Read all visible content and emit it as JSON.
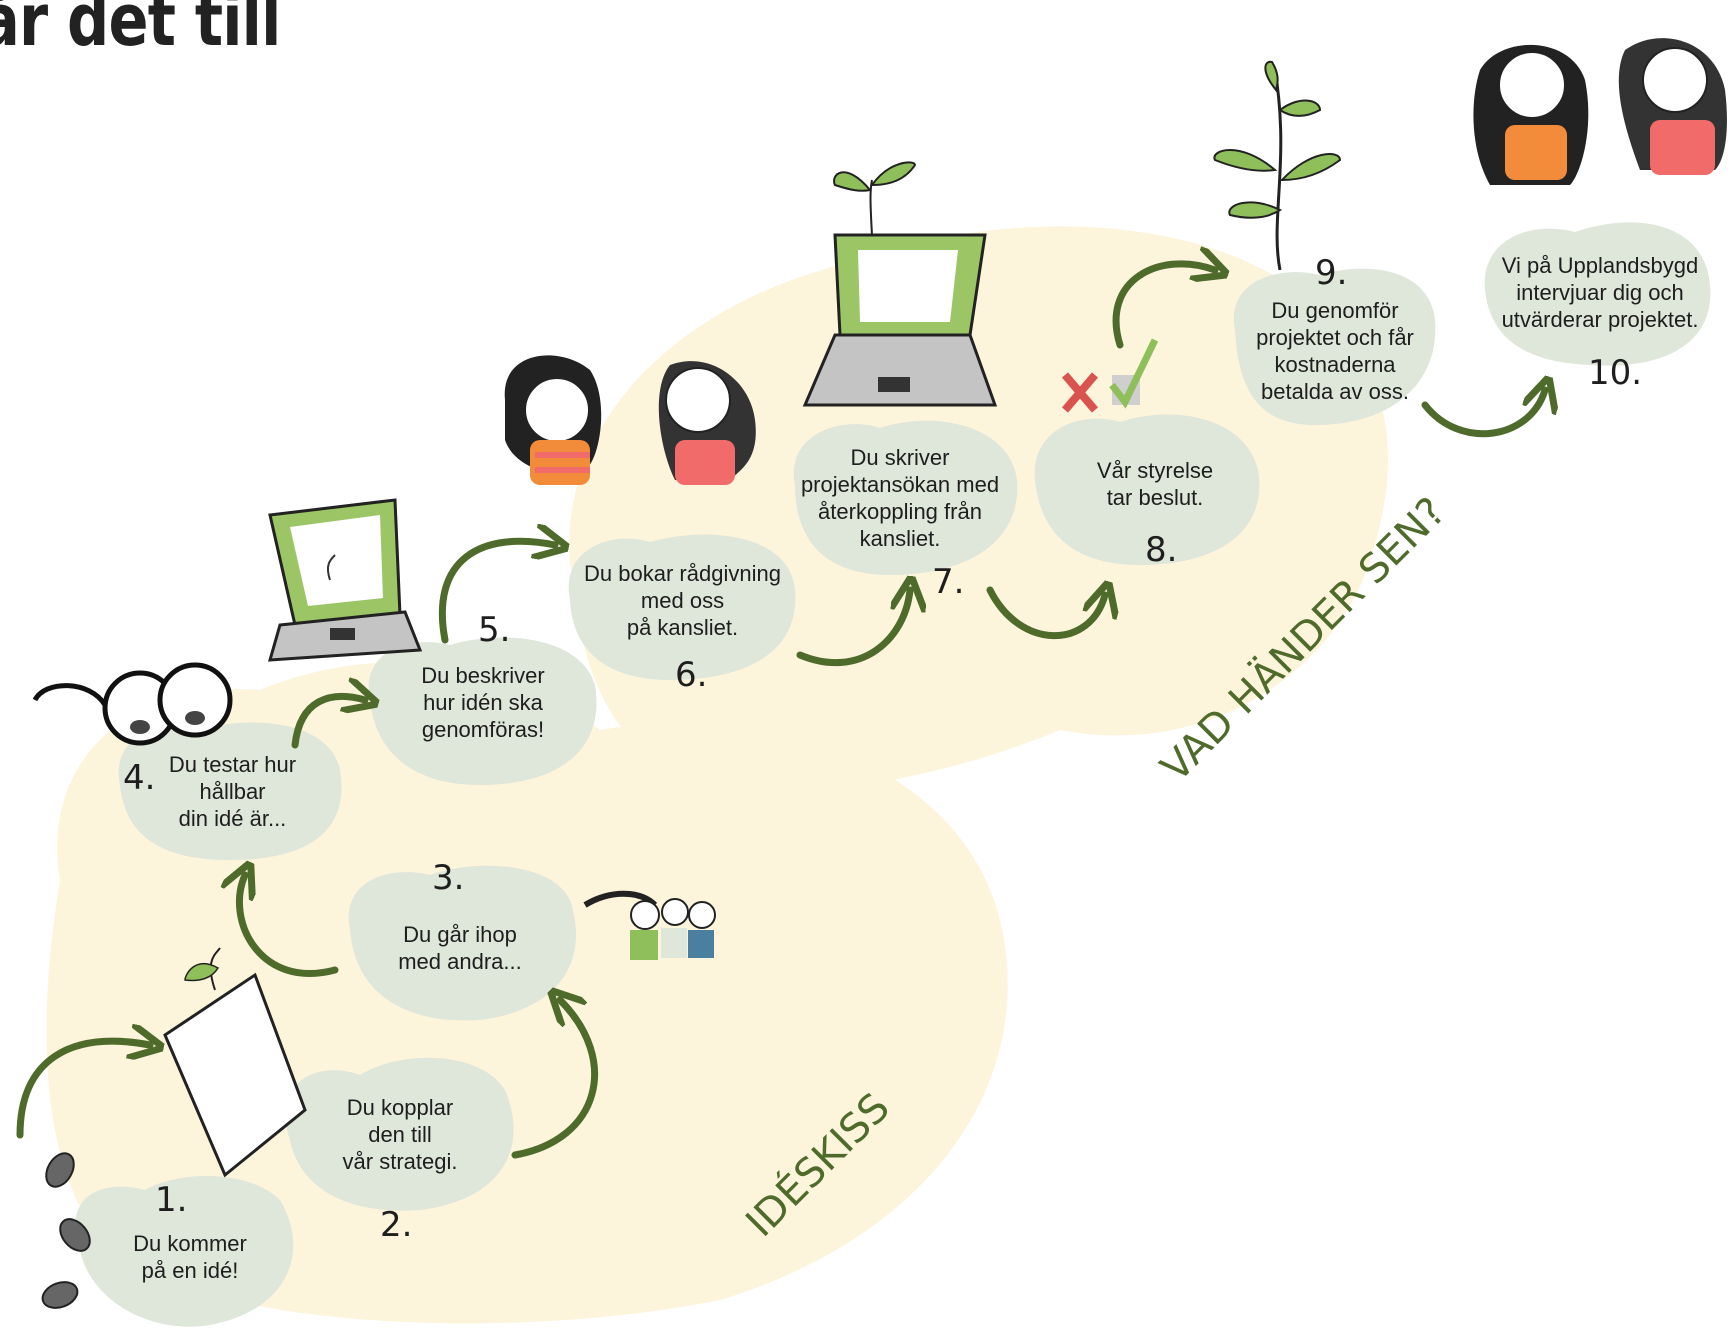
{
  "title": "år det till",
  "sections": {
    "ideskiss": "IDÉSKISS",
    "vad_hander_sen": "VAD HÄNDER SEN?"
  },
  "steps": [
    {
      "number": "1.",
      "text": "Du kommer\npå en idé!"
    },
    {
      "number": "2.",
      "text": "Du kopplar\nden till\nvår strategi."
    },
    {
      "number": "3.",
      "text": "Du går ihop\nmed andra..."
    },
    {
      "number": "4.",
      "text": "Du testar hur\nhållbar\ndin idé är..."
    },
    {
      "number": "5.",
      "text": "Du beskriver\nhur idén ska\ngenomföras!"
    },
    {
      "number": "6.",
      "text": "Du bokar rådgivning\nmed oss\npå kansliet."
    },
    {
      "number": "7.",
      "text": "Du skriver\nprojektansökan med\nåterkoppling från\nkansliet."
    },
    {
      "number": "8.",
      "text": "Vår styrelse\ntar beslut."
    },
    {
      "number": "9.",
      "text": "Du genomför\nprojektet och får\nkostnaderna\nbetalda av oss."
    },
    {
      "number": "10.",
      "text": "Vi på Upplandsbygd\nintervjuar dig och\nutvärderar projektet."
    }
  ],
  "colors": {
    "background_blob": "#fdf4dc",
    "bubble": "#dfe6da",
    "arrow": "#4e6b2b",
    "leaf": "#8fbf5a",
    "screen_green": "#9cc565",
    "laptop_grey": "#c4c4c4",
    "shirt_orange": "#f28c3a",
    "shirt_red": "#f26b6b"
  },
  "icons": [
    "seed-icon",
    "booklet-icon",
    "sprout-icon",
    "glasses-icon",
    "laptop-icon",
    "person-icon",
    "people-group-icon",
    "decision-check-icon",
    "plant-icon"
  ]
}
